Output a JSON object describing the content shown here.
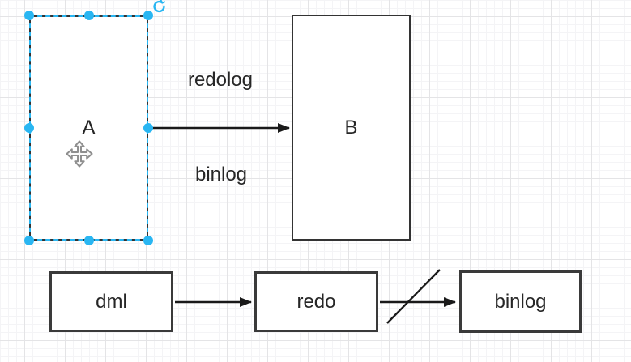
{
  "diagram": {
    "nodes": [
      {
        "id": "A",
        "label": "A",
        "selected": true
      },
      {
        "id": "B",
        "label": "B",
        "selected": false
      },
      {
        "id": "dml",
        "label": "dml",
        "selected": false
      },
      {
        "id": "redo",
        "label": "redo",
        "selected": false
      },
      {
        "id": "binlog",
        "label": "binlog",
        "selected": false
      }
    ],
    "edges": [
      {
        "from": "A",
        "to": "B",
        "label_above": "redolog",
        "label_below": "binlog",
        "crossed_out": false
      },
      {
        "from": "dml",
        "to": "redo",
        "crossed_out": false
      },
      {
        "from": "redo",
        "to": "binlog",
        "crossed_out": true
      }
    ]
  },
  "icons": {
    "rotate_icon": "circular-arrow",
    "move_icon": "four-way-arrow"
  },
  "colors": {
    "selection_accent": "#29b6f2",
    "shape_border": "#3a3a3a",
    "arrow": "#1a1a1a",
    "text": "#262626",
    "canvas_background": "#ffffff",
    "grid_minor": "#f4f4f6",
    "grid_major": "#e4e4e6"
  }
}
